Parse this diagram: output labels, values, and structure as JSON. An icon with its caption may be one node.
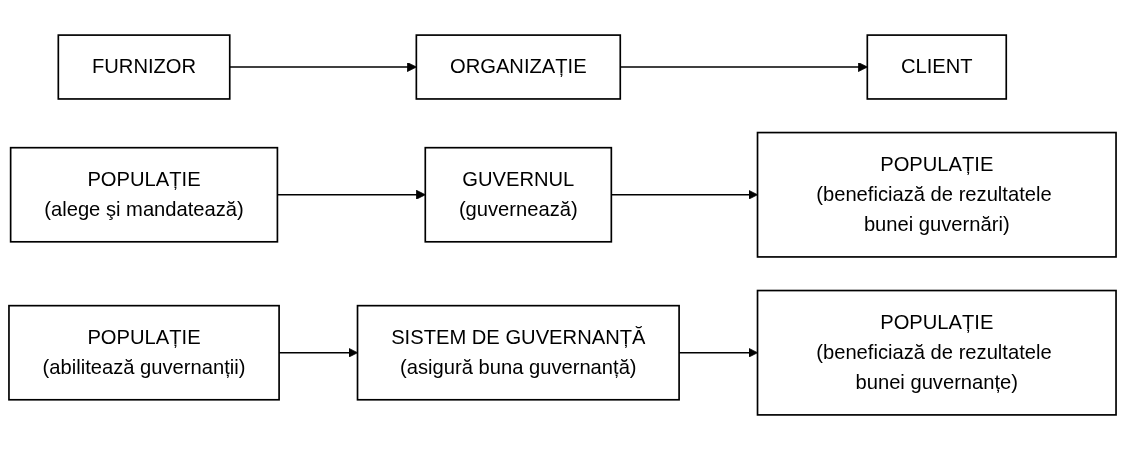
{
  "diagram": {
    "nodes": [
      {
        "text": [
          "FURNIZOR"
        ]
      },
      {
        "text": [
          "ORGANIZAȚIE"
        ]
      },
      {
        "text": [
          "CLIENT"
        ]
      },
      {
        "text": [
          "POPULAȚIE",
          "(alege şi mandatează)"
        ]
      },
      {
        "text": [
          "GUVERNUL",
          "(guvernează)"
        ]
      },
      {
        "text": [
          "POPULAȚIE",
          "(beneficiază de rezultatele bunei guvernări)"
        ]
      },
      {
        "text": [
          "POPULAȚIE",
          "(abilitează guvernanții)"
        ]
      },
      {
        "text": [
          "SISTEM DE GUVERNANȚĂ",
          "(asigură buna guvernanță)"
        ]
      },
      {
        "text": [
          "POPULAȚIE",
          "(beneficiază de rezultatele bunei guvernanțe)"
        ]
      }
    ],
    "edges": [
      {
        "from": 0,
        "to": 1,
        "arrow": "to"
      },
      {
        "from": 1,
        "to": 2,
        "arrow": "to"
      },
      {
        "from": 3,
        "to": 4,
        "arrow": "to"
      },
      {
        "from": 4,
        "to": 5,
        "arrow": "to"
      },
      {
        "from": 6,
        "to": 7,
        "arrow": "to"
      },
      {
        "from": 7,
        "to": 8,
        "arrow": "to"
      }
    ]
  }
}
